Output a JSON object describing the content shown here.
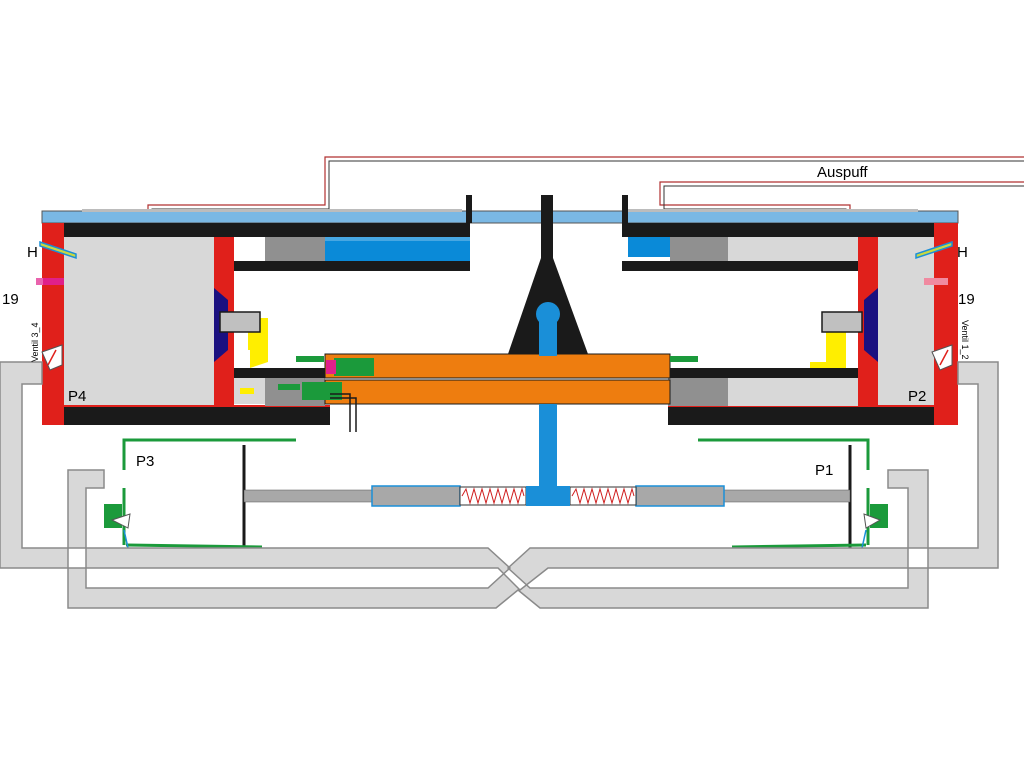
{
  "labels": {
    "exhaust": "Auspuff",
    "h_left": "H",
    "h_right": "H",
    "n19_left": "19",
    "n19_right": "19",
    "p1": "P1",
    "p2": "P2",
    "p3": "P3",
    "p4": "P4",
    "valve_3_4": "Ventil 3_4",
    "valve_1_2": "Ventil 1_2"
  },
  "colors": {
    "housing_red": "#e0201b",
    "chamber_gray": "#d8d8d8",
    "dark_gray": "#909090",
    "black": "#1a1a1a",
    "top_plate_blue": "#7ab8e4",
    "cylinder_blue": "#0a8ad8",
    "shaft_blue": "#1a8fd8",
    "orange_bar": "#ee7d0f",
    "green": "#1b9a3b",
    "yellow": "#ffee00",
    "navy": "#1a1080",
    "magenta": "#e0208a",
    "spring_red": "#d02020",
    "duct_fill": "#d8d8d8",
    "duct_stroke": "#8a8a8a"
  },
  "icons": {
    "spring": "spring-icon",
    "nozzle": "injector-nozzle-icon",
    "valve": "valve-icon",
    "plug": "spark-plug-icon"
  }
}
